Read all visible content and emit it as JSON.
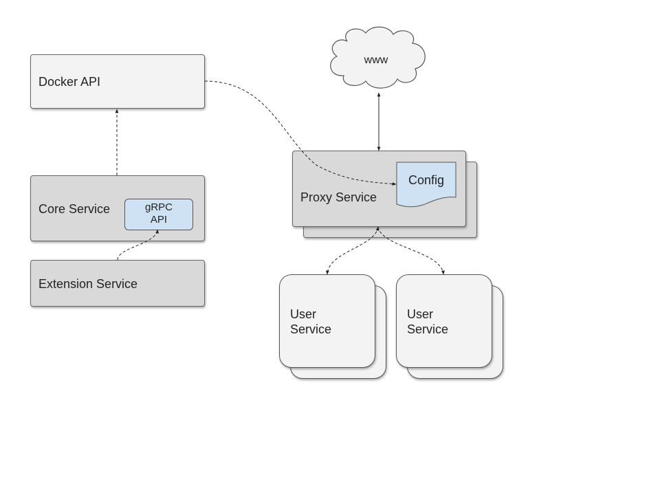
{
  "docker_api": {
    "label": "Docker API"
  },
  "core_service": {
    "label": "Core Service",
    "grpc_line1": "gRPC",
    "grpc_line2": "API"
  },
  "extension_service": {
    "label": "Extension Service"
  },
  "www": {
    "label": "www"
  },
  "proxy_service": {
    "label": "Proxy Service",
    "config_label": "Config"
  },
  "user_services": [
    {
      "line1": "User",
      "line2": "Service"
    },
    {
      "line1": "User",
      "line2": "Service"
    }
  ],
  "colors": {
    "light_fill": "#f3f3f3",
    "gray_fill": "#d9d9d9",
    "blue_fill": "#cfe2f3",
    "stroke": "#555555"
  }
}
